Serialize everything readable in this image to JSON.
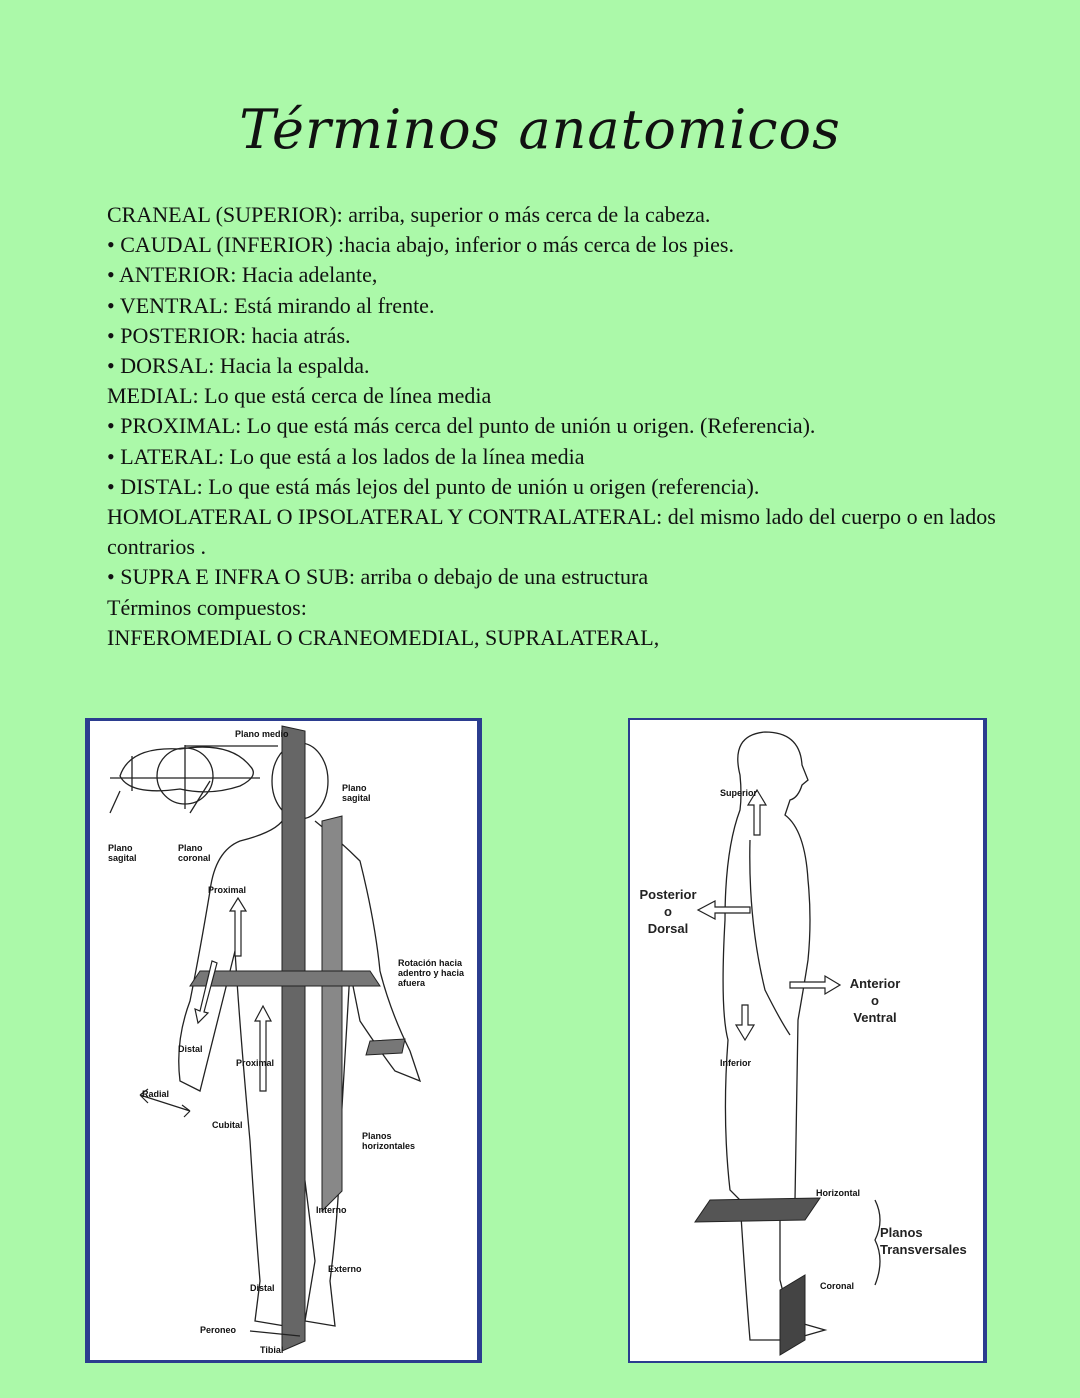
{
  "title": "Términos anatomicos",
  "notes": [
    {
      "term": "CRANEAL (SUPERIOR):",
      "desc": " arriba, superior o más cerca de la cabeza.",
      "bullet": false
    },
    {
      "term": "CAUDAL (INFERIOR)",
      "desc": " :hacia abajo, inferior o más cerca de los pies.",
      "bullet": true
    },
    {
      "term": "ANTERIOR:",
      "desc": " Hacia adelante,",
      "bullet": true
    },
    {
      "term": "VENTRAL:",
      "desc": " Está mirando al frente.",
      "bullet": true
    },
    {
      "term": "POSTERIOR:",
      "desc": " hacia atrás.",
      "bullet": true
    },
    {
      "term": "DORSAL:",
      "desc": " Hacia la espalda.",
      "bullet": true
    },
    {
      "term": "MEDIAL:",
      "desc": " Lo que está cerca de línea media",
      "bullet": false
    },
    {
      "term": "PROXIMAL:",
      "desc": " Lo que está más cerca del punto de unión u origen. (Referencia).",
      "bullet": true
    },
    {
      "term": "LATERAL:",
      "desc": " Lo que está a los lados de la línea media",
      "bullet": true
    },
    {
      "term": "DISTAL:",
      "desc": " Lo que está más lejos del punto de unión u origen (referencia).",
      "bullet": true
    },
    {
      "term": "HOMOLATERAL O IPSOLATERAL Y CONTRALATERAL:",
      "desc": " del mismo lado del cuerpo o en lados contrarios .",
      "bullet": false
    },
    {
      "term": "SUPRA E INFRA O SUB:",
      "desc": " arriba o debajo de una estructura",
      "bullet": true
    },
    {
      "term": "",
      "desc": "Términos compuestos:",
      "bullet": false
    },
    {
      "term": "INFEROMEDIAL O CRANEOMEDIAL, SUPRALATERAL,",
      "desc": "",
      "bullet": false
    }
  ],
  "figure_front": {
    "labels": {
      "plano_medio": "Plano medio",
      "plano_sagital_top": "Plano sagital",
      "plano_sagital_head": "Plano sagital",
      "plano_coronal": "Plano coronal",
      "proximal_arm": "Proximal",
      "rotacion": "Rotación hacia adentro y hacia afuera",
      "distal_arm": "Distal",
      "proximal_leg": "Proximal",
      "radial": "Radial",
      "cubital": "Cubital",
      "planos_horizontales": "Planos horizontales",
      "interno": "Interno",
      "externo": "Externo",
      "distal_leg": "Distal",
      "peroneo": "Peroneo",
      "tibial": "Tibial"
    }
  },
  "figure_side": {
    "labels": {
      "superior": "Superior",
      "posterior": "Posterior",
      "o1": "o",
      "dorsal": "Dorsal",
      "anterior": "Anterior",
      "o2": "o",
      "ventral": "Ventral",
      "inferior": "Inferior",
      "horizontal": "Horizontal",
      "planos": "Planos",
      "transversales": "Transversales",
      "coronal": "Coronal"
    }
  },
  "colors": {
    "background": "#abf9a9",
    "frame": "#2b3d8f",
    "plane": "#555555"
  }
}
